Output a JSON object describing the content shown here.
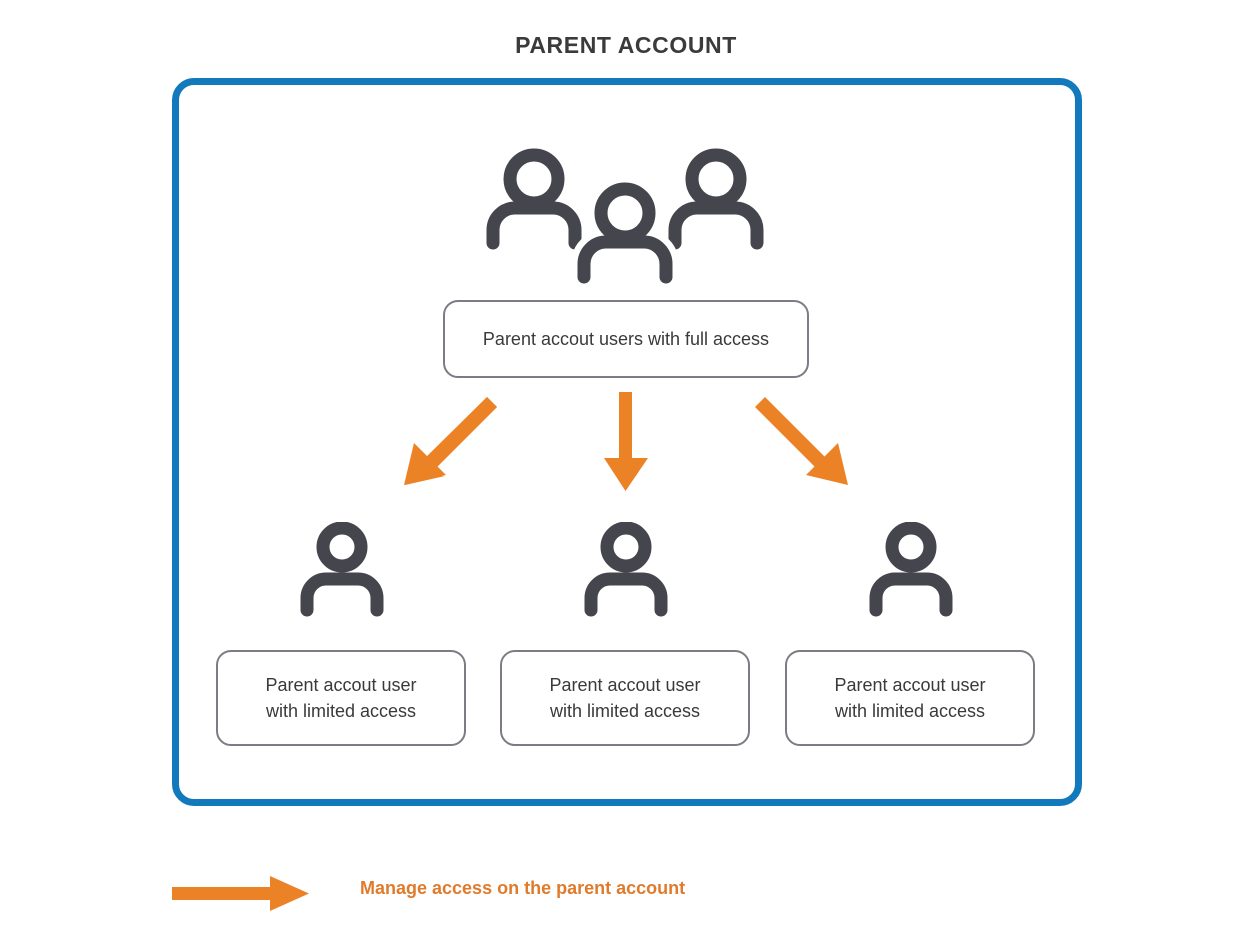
{
  "title": "PARENT ACCOUNT",
  "colors": {
    "frame_blue": "#1279bd",
    "arrow_orange": "#ec8226",
    "icon_gray": "#44454d",
    "box_border": "#7c7c84",
    "title_text": "#3b3b3d",
    "legend_text": "#e07b2c",
    "background": "#ffffff"
  },
  "frame": {
    "name": "parent-account-container"
  },
  "top_node": {
    "icon": "three-people-icon",
    "label": "Parent accout users with full access"
  },
  "connectors": [
    {
      "name": "arrow-to-left-user",
      "direction": "down-left",
      "color": "#ec8226"
    },
    {
      "name": "arrow-to-center-user",
      "direction": "down",
      "color": "#ec8226"
    },
    {
      "name": "arrow-to-right-user",
      "direction": "down-right",
      "color": "#ec8226"
    }
  ],
  "child_nodes": [
    {
      "icon": "person-icon",
      "label_line1": "Parent accout user",
      "label_line2": "with limited access"
    },
    {
      "icon": "person-icon",
      "label_line1": "Parent accout user",
      "label_line2": "with limited access"
    },
    {
      "icon": "person-icon",
      "label_line1": "Parent accout user",
      "label_line2": "with limited access"
    }
  ],
  "legend": {
    "icon": "right-arrow-icon",
    "text": "Manage access on the parent account"
  }
}
